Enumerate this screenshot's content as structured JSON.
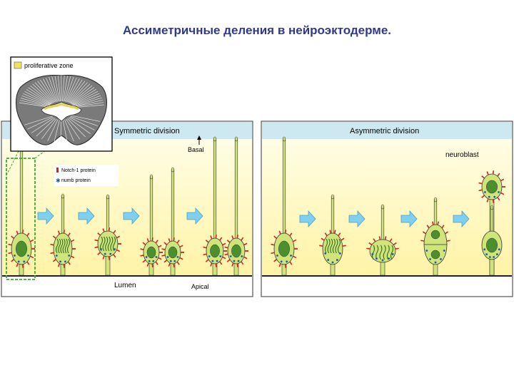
{
  "slide": {
    "title": "Ассиметричные деления в нейроэктодерме."
  },
  "figure": {
    "symmetric_panel": {
      "title": "Symmetric division"
    },
    "asymmetric_panel": {
      "title": "Asymmetric division",
      "neuroblast_label": "neuroblast"
    },
    "labels": {
      "basal": "Basal",
      "lumen": "Lumen",
      "apical": "Apical"
    },
    "inset": {
      "legend": "proliferative zone"
    },
    "legend": {
      "notch": "Notch-1 protein",
      "numb": "numb protein"
    },
    "colors": {
      "notch_marker": "#d42020",
      "numb_marker": "#1e5aa8",
      "cell_fill": "#cfe57a",
      "nucleus_fill": "#4c8f2e",
      "arrow_fill": "#7fd0ee",
      "header_band": "#cde8f0",
      "background_band": "#fff7b8",
      "highlight_box": "#3aaa35",
      "title_color": "#2f3a8f"
    }
  }
}
